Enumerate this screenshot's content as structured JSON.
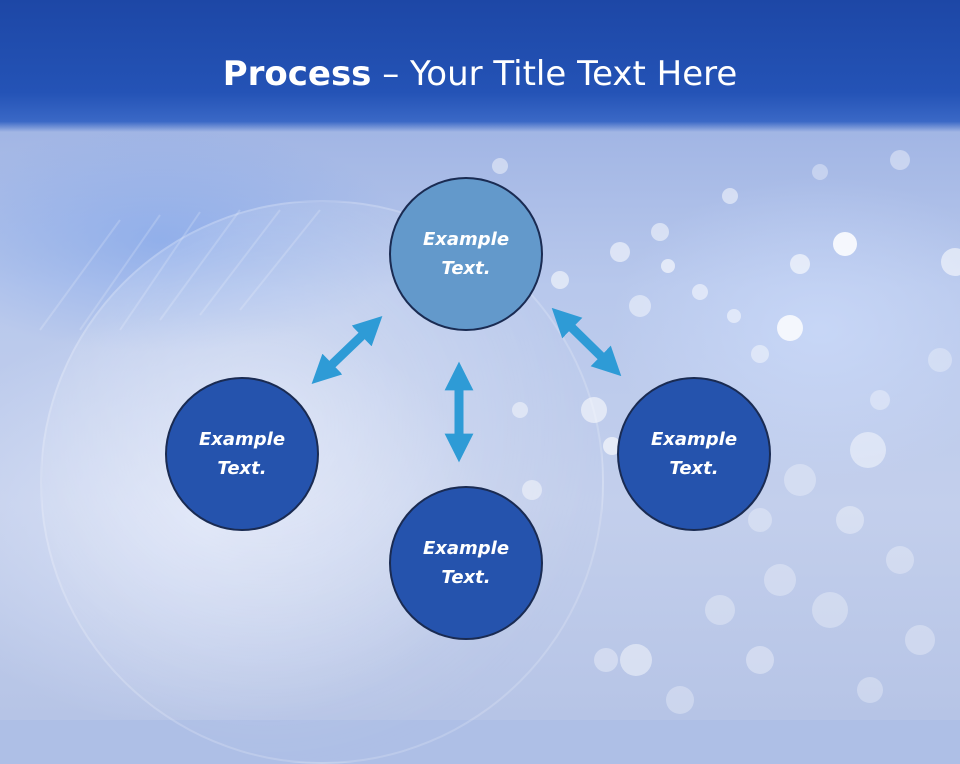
{
  "slide": {
    "title_bold": "Process",
    "title_rest": " – Your Title Text Here"
  },
  "nodes": {
    "top": {
      "line1": "Example",
      "line2": "Text."
    },
    "left": {
      "line1": "Example",
      "line2": "Text."
    },
    "right": {
      "line1": "Example",
      "line2": "Text."
    },
    "bottom": {
      "line1": "Example",
      "line2": "Text."
    }
  },
  "colors": {
    "header": "#2453b6",
    "node_highlight": "#6399cb",
    "node_default": "#2553ad",
    "arrow": "#2e9bd6"
  },
  "icons": [
    "double-arrow-icon"
  ]
}
